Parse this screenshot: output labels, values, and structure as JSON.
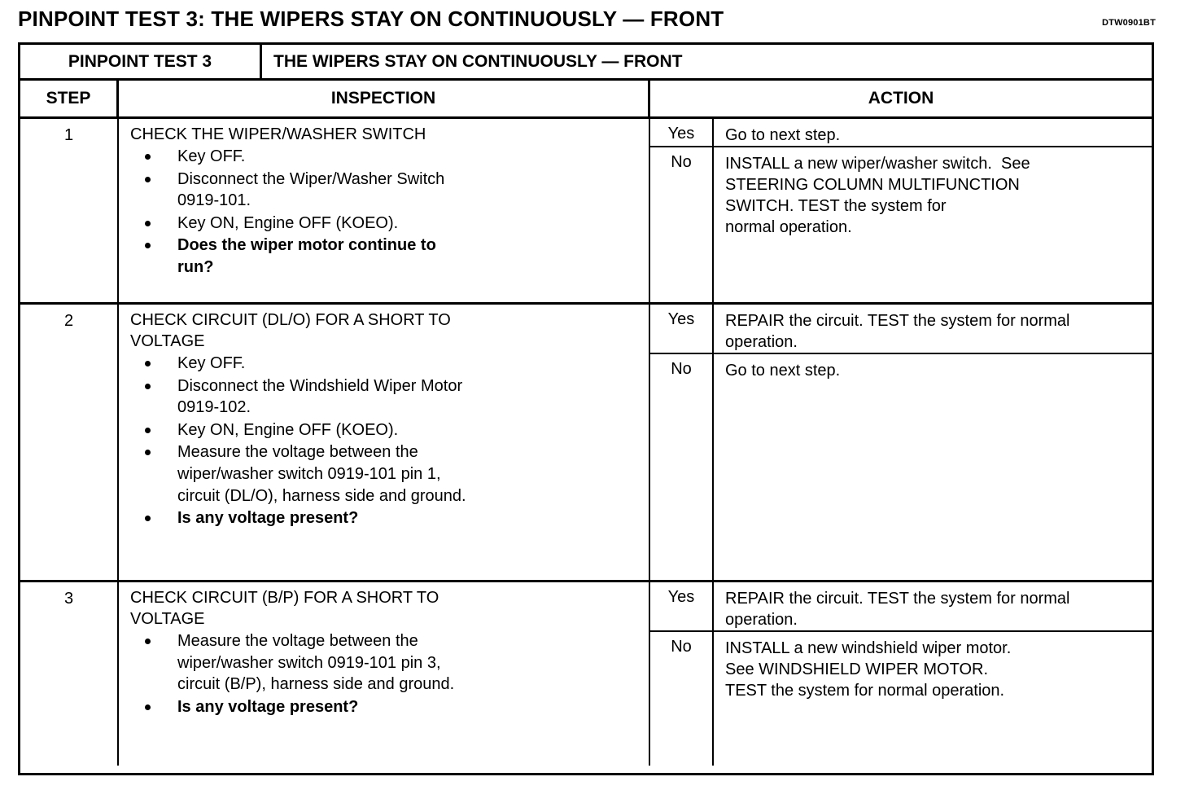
{
  "page": {
    "title": "PINPOINT TEST 3: THE WIPERS STAY ON CONTINUOUSLY — FRONT",
    "doc_code": "DTW0901BT"
  },
  "table": {
    "band": {
      "test_id": "PINPOINT TEST 3",
      "test_name": "THE WIPERS STAY ON CONTINUOUSLY — FRONT"
    },
    "headers": {
      "step": "STEP",
      "inspection": "INSPECTION",
      "action": "ACTION"
    },
    "steps": [
      {
        "number": "1",
        "inspection_title": "CHECK THE WIPER/WASHER SWITCH",
        "bullets": [
          {
            "text": "Key OFF.",
            "bold": false
          },
          {
            "text": "Disconnect the Wiper/Washer Switch\n0919-101.",
            "bold": false
          },
          {
            "text": "Key ON, Engine OFF (KOEO).",
            "bold": false
          },
          {
            "text": "Does the wiper motor continue to\nrun?",
            "bold": true
          }
        ],
        "answers": [
          {
            "label": "Yes",
            "text": "Go to next step."
          },
          {
            "label": "No",
            "text": "INSTALL a new wiper/washer switch.  See\nSTEERING COLUMN MULTIFUNCTION\nSWITCH. TEST the system for\nnormal operation."
          }
        ]
      },
      {
        "number": "2",
        "inspection_title": "CHECK CIRCUIT (DL/O) FOR A SHORT TO\nVOLTAGE",
        "bullets": [
          {
            "text": "Key OFF.",
            "bold": false
          },
          {
            "text": "Disconnect the Windshield Wiper Motor\n0919-102.",
            "bold": false
          },
          {
            "text": "Key ON, Engine OFF (KOEO).",
            "bold": false
          },
          {
            "text": "Measure the voltage between the\nwiper/washer switch 0919-101 pin 1,\ncircuit (DL/O), harness side and ground.",
            "bold": false
          },
          {
            "text": "Is any voltage present?",
            "bold": true
          }
        ],
        "answers": [
          {
            "label": "Yes",
            "text": "REPAIR the circuit. TEST the system for normal\noperation."
          },
          {
            "label": "No",
            "text": "Go to next step."
          }
        ]
      },
      {
        "number": "3",
        "inspection_title": "CHECK CIRCUIT (B/P) FOR A SHORT TO\nVOLTAGE",
        "bullets": [
          {
            "text": "Measure the voltage between the\nwiper/washer switch 0919-101 pin 3,\ncircuit (B/P), harness side and ground.",
            "bold": false
          },
          {
            "text": "Is any voltage present?",
            "bold": true
          }
        ],
        "answers": [
          {
            "label": "Yes",
            "text": "REPAIR the circuit. TEST the system for normal\noperation."
          },
          {
            "label": "No",
            "text": "INSTALL a new windshield wiper motor.\nSee WINDSHIELD WIPER MOTOR.\nTEST the system for normal operation."
          }
        ]
      }
    ]
  }
}
